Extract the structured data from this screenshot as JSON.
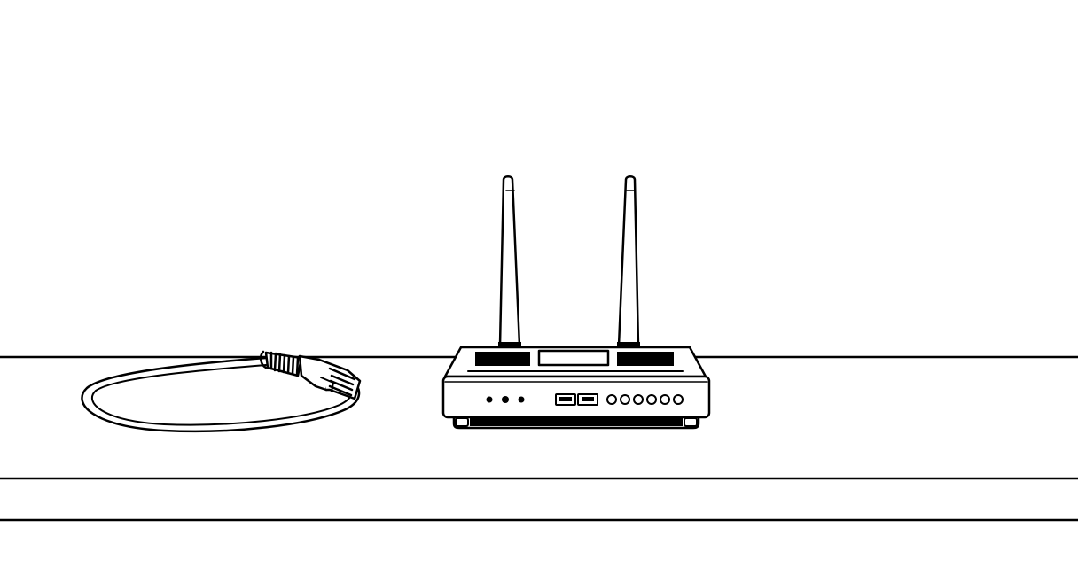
{
  "scene": {
    "objects": [
      {
        "kind": "table-surface",
        "icon": "table-icon"
      },
      {
        "kind": "ethernet-cable",
        "icon": "ethernet-cable-icon"
      },
      {
        "kind": "wifi-router",
        "icon": "router-icon",
        "antennas": 2,
        "status_leds": 3,
        "ports": 2,
        "port_leds": 6
      }
    ],
    "colors": {
      "background": "#ffffff",
      "line": "#000000"
    }
  }
}
